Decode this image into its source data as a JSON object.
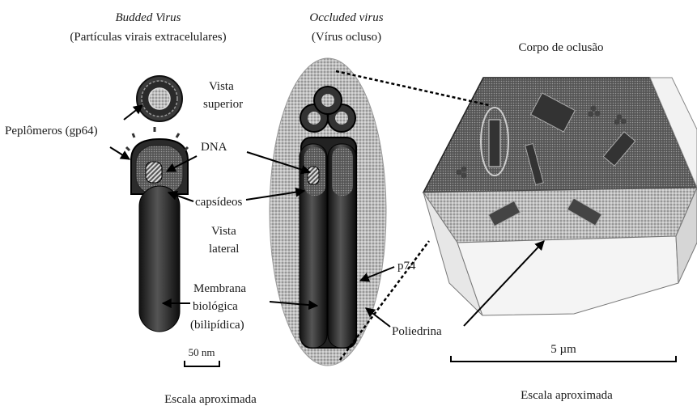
{
  "budded": {
    "title": "Budded Virus",
    "subtitle": "(Partículas virais extracelulares)"
  },
  "occluded": {
    "title": "Occluded virus",
    "subtitle": "(Vírus ocluso)"
  },
  "body": {
    "title": "Corpo de oclusão"
  },
  "labels": {
    "vista": "Vista",
    "superior": "superior",
    "peplomeros": "Peplômeros (gp64)",
    "dna": "DNA",
    "capsideos": "capsídeos",
    "lateral": "lateral",
    "p74": "p74",
    "membrana1": "Membrana",
    "membrana2": "biológica",
    "membrana3": "(bilipídica)",
    "poliedrina": "Poliedrina"
  },
  "scales": {
    "small_bar": "50 nm",
    "large_bar": "5 µm",
    "caption_left": "Escala aproximada",
    "caption_right": "Escala aproximada"
  }
}
